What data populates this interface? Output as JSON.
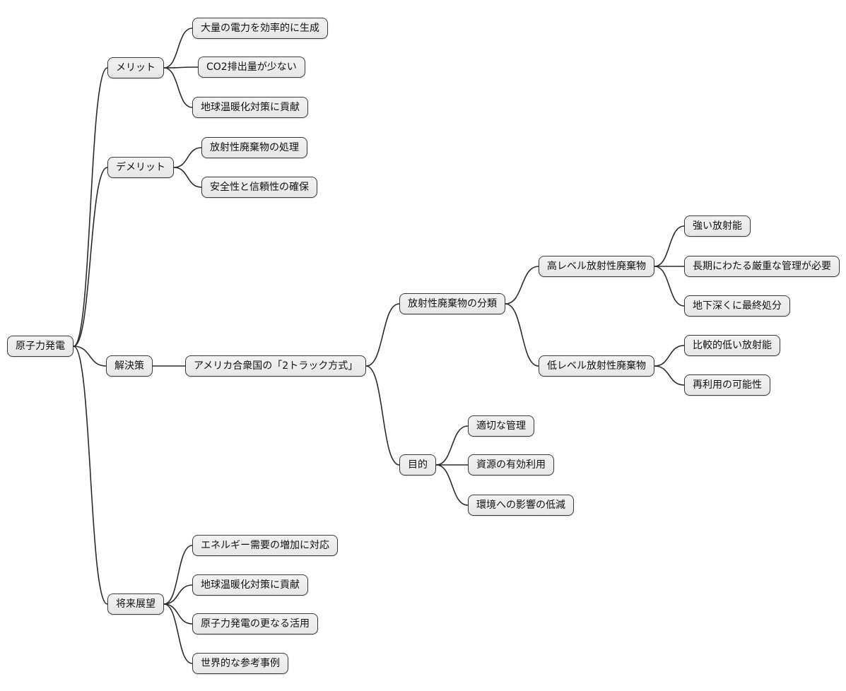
{
  "diagram": {
    "type": "mindmap",
    "root_label": "原子力発電",
    "nodes": {
      "root": {
        "label": "原子力発電"
      },
      "merit": {
        "label": "メリット"
      },
      "merit1": {
        "label": "大量の電力を効率的に生成"
      },
      "merit2": {
        "label": "CO2排出量が少ない"
      },
      "merit3": {
        "label": "地球温暖化対策に貢献"
      },
      "demerit": {
        "label": "デメリット"
      },
      "demerit1": {
        "label": "放射性廃棄物の処理"
      },
      "demerit2": {
        "label": "安全性と信頼性の確保"
      },
      "solution": {
        "label": "解決策"
      },
      "two_track": {
        "label": "アメリカ合衆国の「2トラック方式」"
      },
      "classification": {
        "label": "放射性廃棄物の分類"
      },
      "high_level": {
        "label": "高レベル放射性廃棄物"
      },
      "high1": {
        "label": "強い放射能"
      },
      "high2": {
        "label": "長期にわたる厳重な管理が必要"
      },
      "high3": {
        "label": "地下深くに最終処分"
      },
      "low_level": {
        "label": "低レベル放射性廃棄物"
      },
      "low1": {
        "label": "比較的低い放射能"
      },
      "low2": {
        "label": "再利用の可能性"
      },
      "purpose": {
        "label": "目的"
      },
      "purpose1": {
        "label": "適切な管理"
      },
      "purpose2": {
        "label": "資源の有効利用"
      },
      "purpose3": {
        "label": "環境への影響の低減"
      },
      "future": {
        "label": "将来展望"
      },
      "future1": {
        "label": "エネルギー需要の増加に対応"
      },
      "future2": {
        "label": "地球温暖化対策に貢献"
      },
      "future3": {
        "label": "原子力発電の更なる活用"
      },
      "future4": {
        "label": "世界的な参考事例"
      }
    },
    "edges": [
      [
        "root",
        "merit"
      ],
      [
        "root",
        "demerit"
      ],
      [
        "root",
        "solution"
      ],
      [
        "root",
        "future"
      ],
      [
        "merit",
        "merit1"
      ],
      [
        "merit",
        "merit2"
      ],
      [
        "merit",
        "merit3"
      ],
      [
        "demerit",
        "demerit1"
      ],
      [
        "demerit",
        "demerit2"
      ],
      [
        "solution",
        "two_track"
      ],
      [
        "two_track",
        "classification"
      ],
      [
        "two_track",
        "purpose"
      ],
      [
        "classification",
        "high_level"
      ],
      [
        "classification",
        "low_level"
      ],
      [
        "high_level",
        "high1"
      ],
      [
        "high_level",
        "high2"
      ],
      [
        "high_level",
        "high3"
      ],
      [
        "low_level",
        "low1"
      ],
      [
        "low_level",
        "low2"
      ],
      [
        "purpose",
        "purpose1"
      ],
      [
        "purpose",
        "purpose2"
      ],
      [
        "purpose",
        "purpose3"
      ],
      [
        "future",
        "future1"
      ],
      [
        "future",
        "future2"
      ],
      [
        "future",
        "future3"
      ],
      [
        "future",
        "future4"
      ]
    ],
    "colors": {
      "node_fill": "#ececec",
      "node_border": "#3a3a3a",
      "edge_stroke": "#2b2b2b",
      "text": "#111111",
      "background": "#ffffff"
    }
  }
}
